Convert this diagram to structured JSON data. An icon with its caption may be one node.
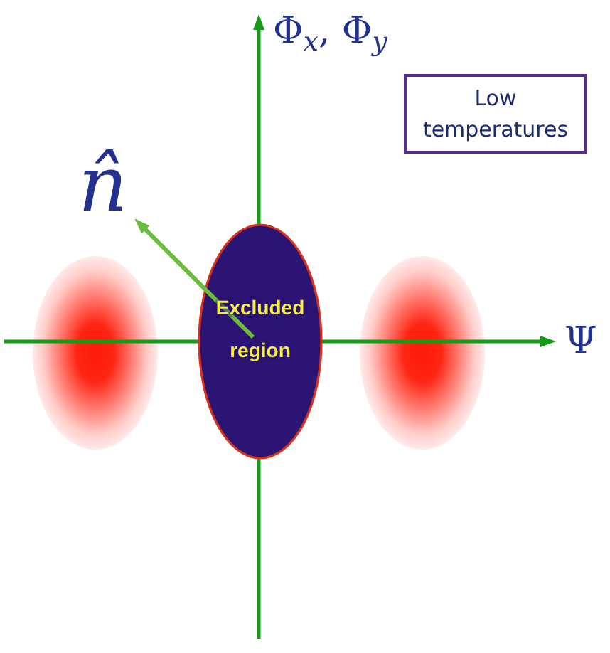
{
  "diagram": {
    "nodes": [
      {
        "text": [
          "Low temperatures"
        ]
      },
      {
        "text": [],
        "shape": "ellipse"
      },
      {
        "text": [
          "Excluded region"
        ]
      },
      {
        "text": [],
        "shape": "ellipse"
      }
    ],
    "labels": [
      "Φ$_{x}$, Φ$_{y}$",
      "n̂",
      "Ψ"
    ]
  }
}
